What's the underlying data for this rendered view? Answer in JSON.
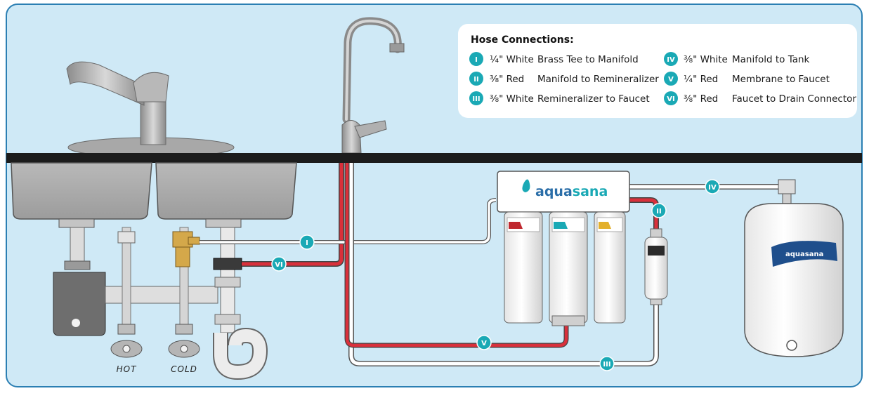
{
  "legend": {
    "title": "Hose Connections:",
    "rows": [
      {
        "num": "I",
        "size": "¼\" White",
        "desc": "Brass Tee to Manifold"
      },
      {
        "num": "II",
        "size": "⅜\" Red",
        "desc": "Manifold to Remineralizer"
      },
      {
        "num": "III",
        "size": "⅜\" White",
        "desc": "Remineralizer to Faucet"
      },
      {
        "num": "IV",
        "size": "⅜\" White",
        "desc": "Manifold to Tank"
      },
      {
        "num": "V",
        "size": "¼\" Red",
        "desc": "Membrane to Faucet"
      },
      {
        "num": "VI",
        "size": "⅜\" Red",
        "desc": "Faucet to Drain Connector"
      }
    ]
  },
  "labels": {
    "hot": "HOT",
    "cold": "COLD"
  },
  "brand": {
    "name_a": "aqua",
    "name_b": "sana",
    "tank_brand": "aquasana"
  },
  "colors": {
    "background": "#cfe9f6",
    "frame": "#2b7fb3",
    "badge": "#1aa9b5",
    "red_hose": "#d9303b",
    "counter": "#1c1c1c"
  }
}
